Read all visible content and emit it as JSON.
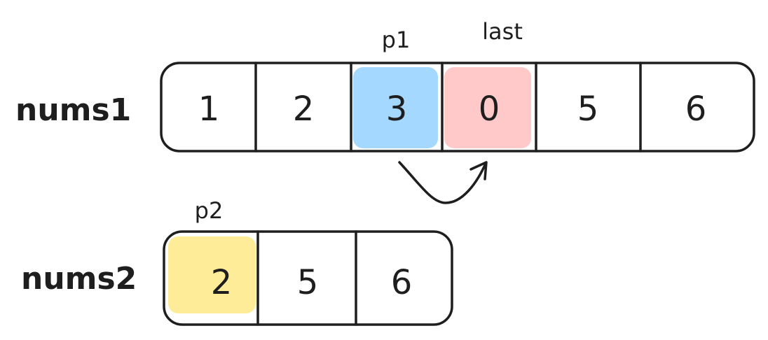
{
  "nums1": {
    "label": "nums1",
    "values": [
      "1",
      "2",
      "3",
      "0",
      "5",
      "6"
    ]
  },
  "nums2": {
    "label": "nums2",
    "values": [
      "2",
      "5",
      "6"
    ]
  },
  "pointers": {
    "p1": "p1",
    "last": "last",
    "p2": "p2"
  },
  "colors": {
    "p1_highlight": "#a5d8ff",
    "last_highlight": "#ffc9c9",
    "p2_highlight": "#ffec99",
    "stroke": "#1e1e1e"
  }
}
